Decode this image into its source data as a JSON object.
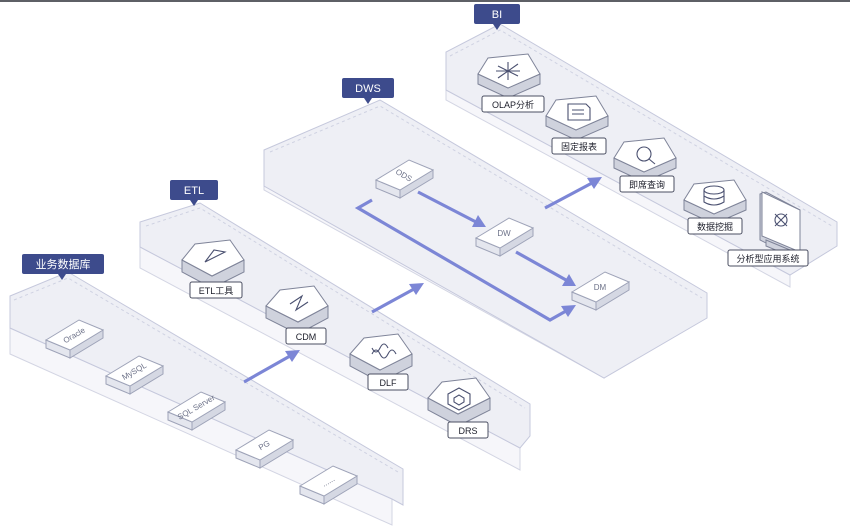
{
  "layers": {
    "source": {
      "tag": "业务数据库",
      "items": [
        "Oracle",
        "MySQL",
        "SQL Server",
        "PG",
        "......"
      ]
    },
    "etl": {
      "tag": "ETL",
      "tools": [
        "ETL工具",
        "CDM",
        "DLF",
        "DRS"
      ]
    },
    "dws": {
      "tag": "DWS",
      "items": [
        "ODS",
        "DW",
        "DM"
      ]
    },
    "bi": {
      "tag": "BI",
      "tools": [
        "OLAP分析",
        "固定报表",
        "即席查询",
        "数据挖掘",
        "分析型应用系统"
      ]
    }
  },
  "colors": {
    "tag_bg": "#3d4b8c",
    "arrow": "#7c86d6",
    "platform": "#eeeff5"
  },
  "icons": [
    "triangle-icon",
    "zigzag-icon",
    "loop-icon",
    "hexagon-cube-icon",
    "cross-arrows-icon",
    "report-icon",
    "search-icon",
    "database-icon",
    "monitor-icon"
  ]
}
